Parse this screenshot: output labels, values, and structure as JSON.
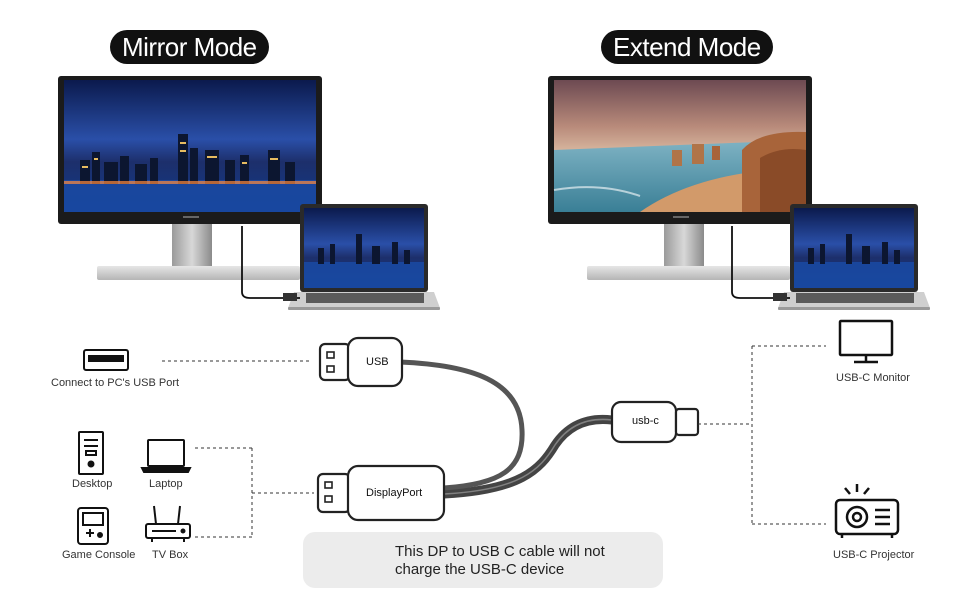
{
  "modes": {
    "mirror": "Mirror Mode",
    "extend": "Extend Mode"
  },
  "connectors": {
    "usb": "USB",
    "displayport": "DisplayPort",
    "usbc": "usb-c"
  },
  "labels": {
    "usb_port": "Connect to PC's USB Port",
    "desktop": "Desktop",
    "laptop": "Laptop",
    "game_console": "Game Console",
    "tv_box": "TV Box",
    "usbc_monitor": "USB-C Monitor",
    "usbc_projector": "USB-C Projector"
  },
  "warning": {
    "line1": "This DP to USB C cable will not",
    "line2": "charge the USB-C device"
  }
}
